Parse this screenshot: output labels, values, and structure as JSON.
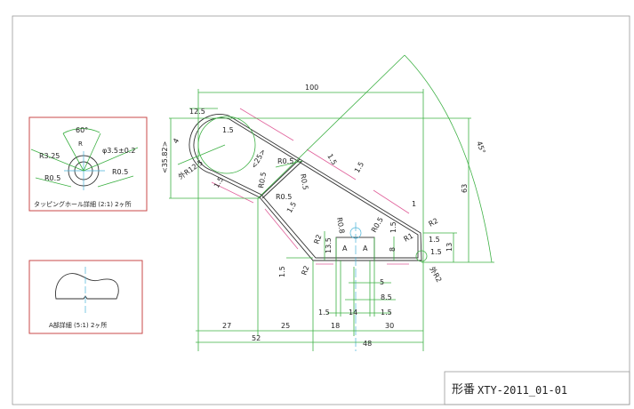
{
  "title_block": {
    "label": "形番",
    "part_number": "XTY-2011_01-01"
  },
  "detail_tapping_hole": {
    "caption": "タッピングホール詳細 (2:1)  2ヶ所",
    "angle": "60°",
    "r": "R",
    "r325": "R3.25",
    "phi": "φ3.5±0.2",
    "r05_left": "R0.5",
    "r05_right": "R0.5"
  },
  "detail_a": {
    "caption": "A部詳細 (5:1)  2ヶ所"
  },
  "dims": {
    "d100": "100",
    "d12_5": "12.5",
    "d35_82": "<35.82>",
    "d4": "4",
    "d1_5_top": "1.5",
    "outer_r12_5": "外R12.5",
    "d25": "<25>",
    "r05_a": "R0.5",
    "r05_b": "R0.5",
    "r05_c": "R0.5",
    "r05_d": "R0.5",
    "d1_5_a": "1.5",
    "d1_5_b": "1.5",
    "d1_5_c": "1.5",
    "d1_5_d": "1.5",
    "d1": "1",
    "r2_top": "R2",
    "r1": "R1",
    "d1_5_r1": "1.5",
    "d1_5_r2": "1.5",
    "outer_r2": "外R2",
    "d13": "13",
    "d63": "63",
    "angle45": "45°",
    "r2_left": "R2",
    "r2_left_b": "R2",
    "d13_5": "13.5",
    "d1_5_left": "1.5",
    "r08": "R0.8",
    "r05_e": "R0.5",
    "d1_5_v": "1.5",
    "d8": "8",
    "a_left": "A",
    "a_right": "A",
    "d5": "5",
    "d8_5": "8.5",
    "d1_5_bl": "1.5",
    "d14": "14",
    "d1_5_br": "1.5",
    "d27": "27",
    "d25b": "25",
    "d18": "18",
    "d30": "30",
    "d52": "52",
    "d48": "48"
  }
}
